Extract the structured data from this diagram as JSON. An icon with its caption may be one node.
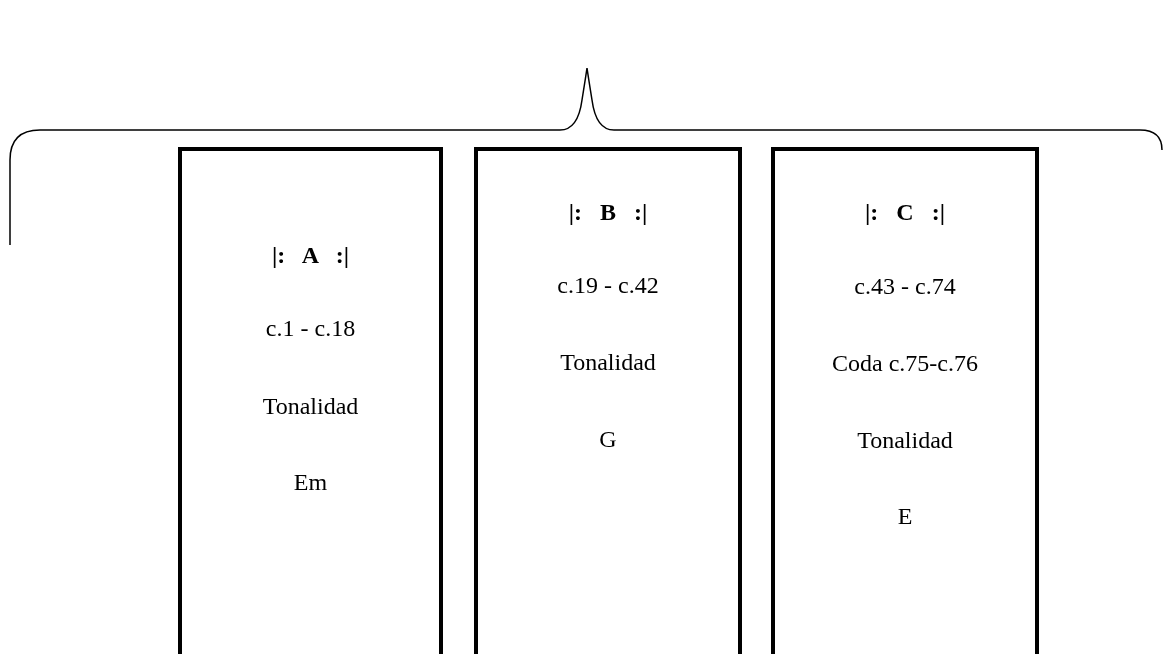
{
  "diagram": {
    "nodes": [
      {
        "text": [
          "|:   A   :|",
          "c.1 - c.18",
          "Tonalidad",
          "Em"
        ]
      },
      {
        "text": [
          "|:   B   :|",
          "c.19 - c.42",
          "Tonalidad",
          "G"
        ]
      },
      {
        "text": [
          "|:   C   :|",
          "c.43 - c.74",
          "Coda c.75-c.76",
          "Tonalidad",
          "E"
        ]
      }
    ],
    "edges": []
  }
}
